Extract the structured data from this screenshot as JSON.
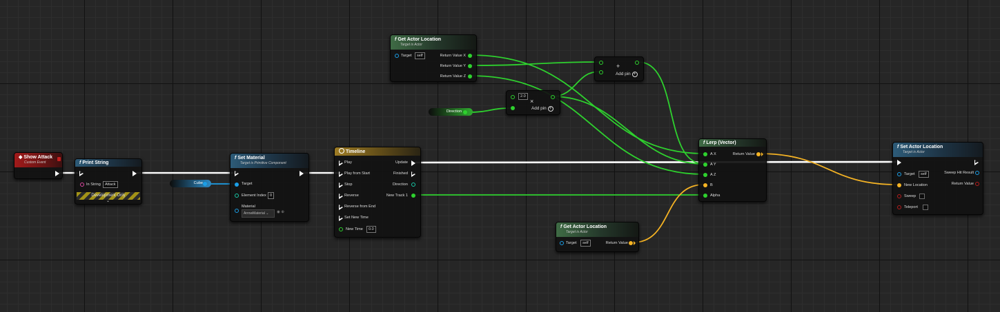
{
  "show_attack": {
    "title": "Show Attack",
    "subtitle": "Custom Event"
  },
  "print_string": {
    "title": "Print String",
    "in_string_label": "In String",
    "in_string_value": "Attack",
    "dev_only": "Development Only"
  },
  "reroute_cube": {
    "label": "Cube"
  },
  "set_material": {
    "title": "Set Material",
    "subtitle": "Target is Primitive Component",
    "target_label": "Target",
    "element_index_label": "Element Index",
    "element_index_value": "0",
    "material_label": "Material",
    "material_value": "ArrowMaterial"
  },
  "timeline": {
    "title": "Timeline",
    "inputs": [
      "Play",
      "Play from Start",
      "Stop",
      "Reverse",
      "Reverse from End",
      "Set New Time"
    ],
    "new_time_label": "New Time",
    "new_time_value": "0.0",
    "outputs": [
      "Update",
      "Finished",
      "Direction",
      "New Track 1"
    ]
  },
  "get_actor_location_top": {
    "title": "Get Actor Location",
    "subtitle": "Target is Actor",
    "target_label": "Target",
    "target_value": "self",
    "outputs": [
      "Return Value X",
      "Return Value Y",
      "Return Value Z"
    ]
  },
  "reroute_direction": {
    "label": "Direction"
  },
  "multiply_node": {
    "value": "2.0",
    "symbol": "×",
    "add_pin": "Add pin"
  },
  "add_node": {
    "symbol": "+",
    "add_pin": "Add pin"
  },
  "lerp": {
    "title": "Lerp (Vector)",
    "inputs": [
      "A X",
      "A Y",
      "A Z",
      "B",
      "Alpha"
    ],
    "return_label": "Return Value"
  },
  "get_actor_location_bottom": {
    "title": "Get Actor Location",
    "subtitle": "Target is Actor",
    "target_label": "Target",
    "target_value": "self",
    "return_label": "Return Value"
  },
  "set_actor_location": {
    "title": "Set Actor Location",
    "subtitle": "Target is Actor",
    "target_label": "Target",
    "target_value": "self",
    "new_location_label": "New Location",
    "sweep_label": "Sweep",
    "teleport_label": "Teleport",
    "sweep_hit_label": "Sweep Hit Result",
    "return_label": "Return Value"
  },
  "colors": {
    "exec": "#ffffff",
    "float": "#2ed12e",
    "vector": "#f5b324",
    "object": "#1b9ee6",
    "string": "#e048a2",
    "bool": "#b81c1c"
  }
}
